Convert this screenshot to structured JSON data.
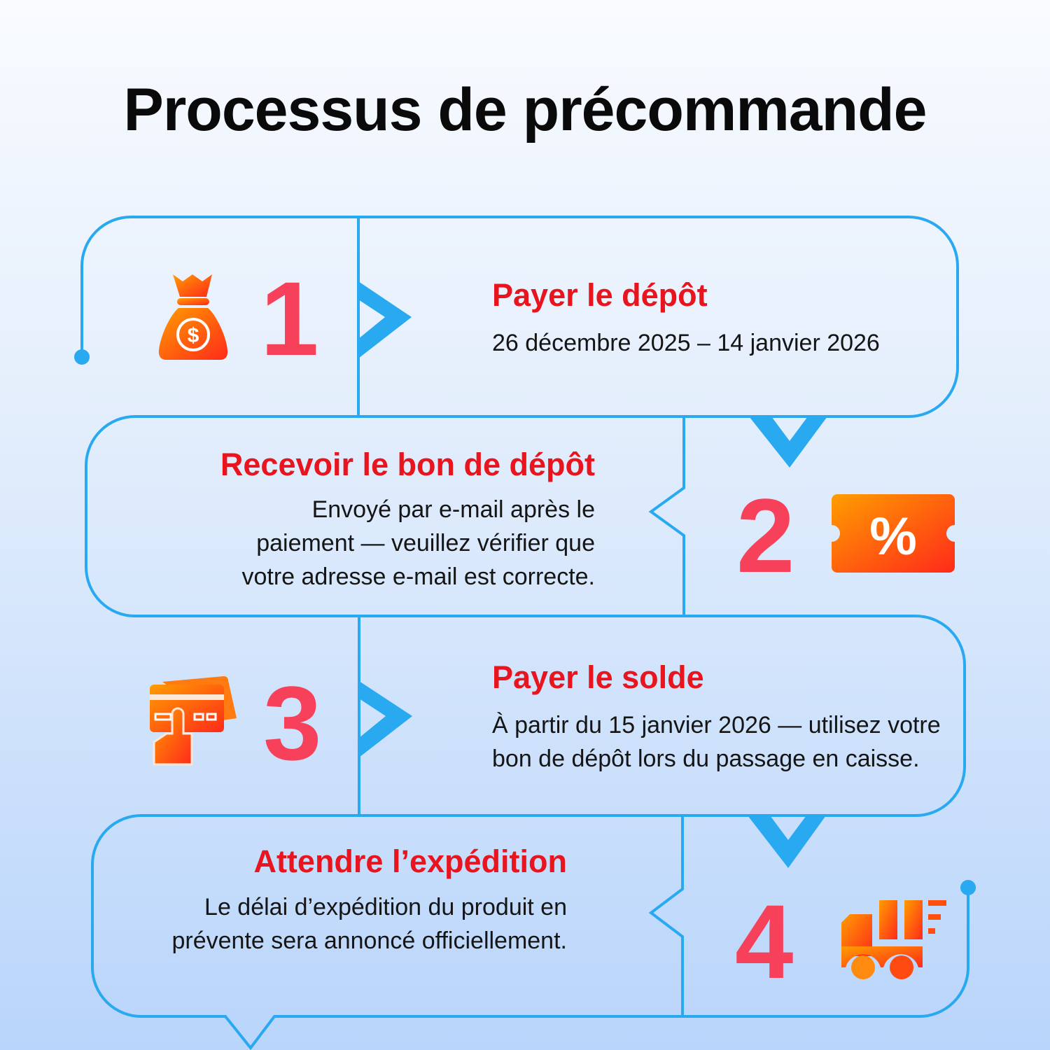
{
  "title": "Processus de précommande",
  "colors": {
    "line": "#29a9f0",
    "accent_red": "#e8141e",
    "number": "#f7405a",
    "icon_from": "#ff9a00",
    "icon_to": "#ff2a1a"
  },
  "steps": [
    {
      "number": "1",
      "title": "Payer le dépôt",
      "body": "26 décembre 2025 – 14 janvier 2026",
      "icon": "money-bag-icon"
    },
    {
      "number": "2",
      "title": "Recevoir le bon de dépôt",
      "body_lines": [
        "Envoyé par e-mail après le",
        "paiement — veuillez vérifier que",
        "votre adresse e-mail est correcte."
      ],
      "icon": "coupon-percent-icon",
      "icon_text": "%"
    },
    {
      "number": "3",
      "title": "Payer le solde",
      "body_lines": [
        "À partir du 15 janvier 2026 — utilisez votre",
        "bon de dépôt lors du passage en caisse."
      ],
      "icon": "card-payment-icon"
    },
    {
      "number": "4",
      "title": "Attendre l’expédition",
      "body_lines": [
        "Le délai d’expédition du produit en",
        "prévente sera annoncé officiellement."
      ],
      "icon": "delivery-truck-icon"
    }
  ]
}
